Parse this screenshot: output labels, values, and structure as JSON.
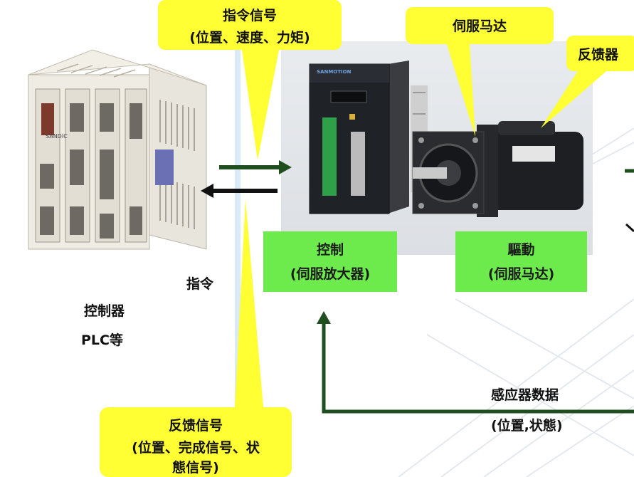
{
  "callouts": {
    "command_signal": {
      "line1": "指令信号",
      "line2": "(位置、速度、力矩)"
    },
    "servo_motor": "伺服马达",
    "feedback_device": "反馈器",
    "feedback_signal": {
      "line1": "反馈信号",
      "line2": "(位置、完成信号、状",
      "line3": "態信号)"
    }
  },
  "labels": {
    "command": "指令",
    "controller": "控制器",
    "plc": "PLC等",
    "sensor_data": "感应器数据",
    "sensor_data_sub": "(位置,状態)"
  },
  "boxes": {
    "control": {
      "line1": "控制",
      "line2": "(伺服放大器)"
    },
    "drive": {
      "line1": "驅動",
      "line2": "(伺服马达)"
    }
  },
  "device_text": {
    "plc_brand": "SANDIC",
    "amp_brand": "SANMOTION"
  },
  "colors": {
    "callout_yellow": "#ffff33",
    "box_green": "#6dea4c",
    "arrow_dark_green": "#1f4f1f",
    "arrow_black": "#111111"
  }
}
